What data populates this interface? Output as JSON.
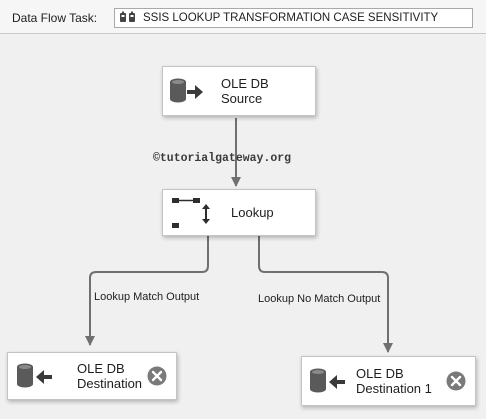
{
  "toolbar": {
    "label": "Data Flow Task:",
    "task_icon": "data-flow-task-icon",
    "task_name": "SSIS LOOKUP TRANSFORMATION CASE SENSITIVITY"
  },
  "watermark": "©tutorialgateway.org",
  "components": {
    "source": {
      "label": "OLE DB\nSource",
      "icon": "ole-db-source-icon"
    },
    "lookup": {
      "label": "Lookup",
      "icon": "lookup-icon"
    },
    "dest1": {
      "label": "OLE DB\nDestination",
      "icon": "ole-db-destination-icon",
      "status_icon": "error-icon"
    },
    "dest2": {
      "label": "OLE DB\nDestination 1",
      "icon": "ole-db-destination-icon",
      "status_icon": "error-icon"
    }
  },
  "paths": {
    "match": "Lookup Match Output",
    "no_match": "Lookup No Match Output"
  },
  "colors": {
    "path_line": "#707070",
    "error": "#7a7a7a"
  }
}
